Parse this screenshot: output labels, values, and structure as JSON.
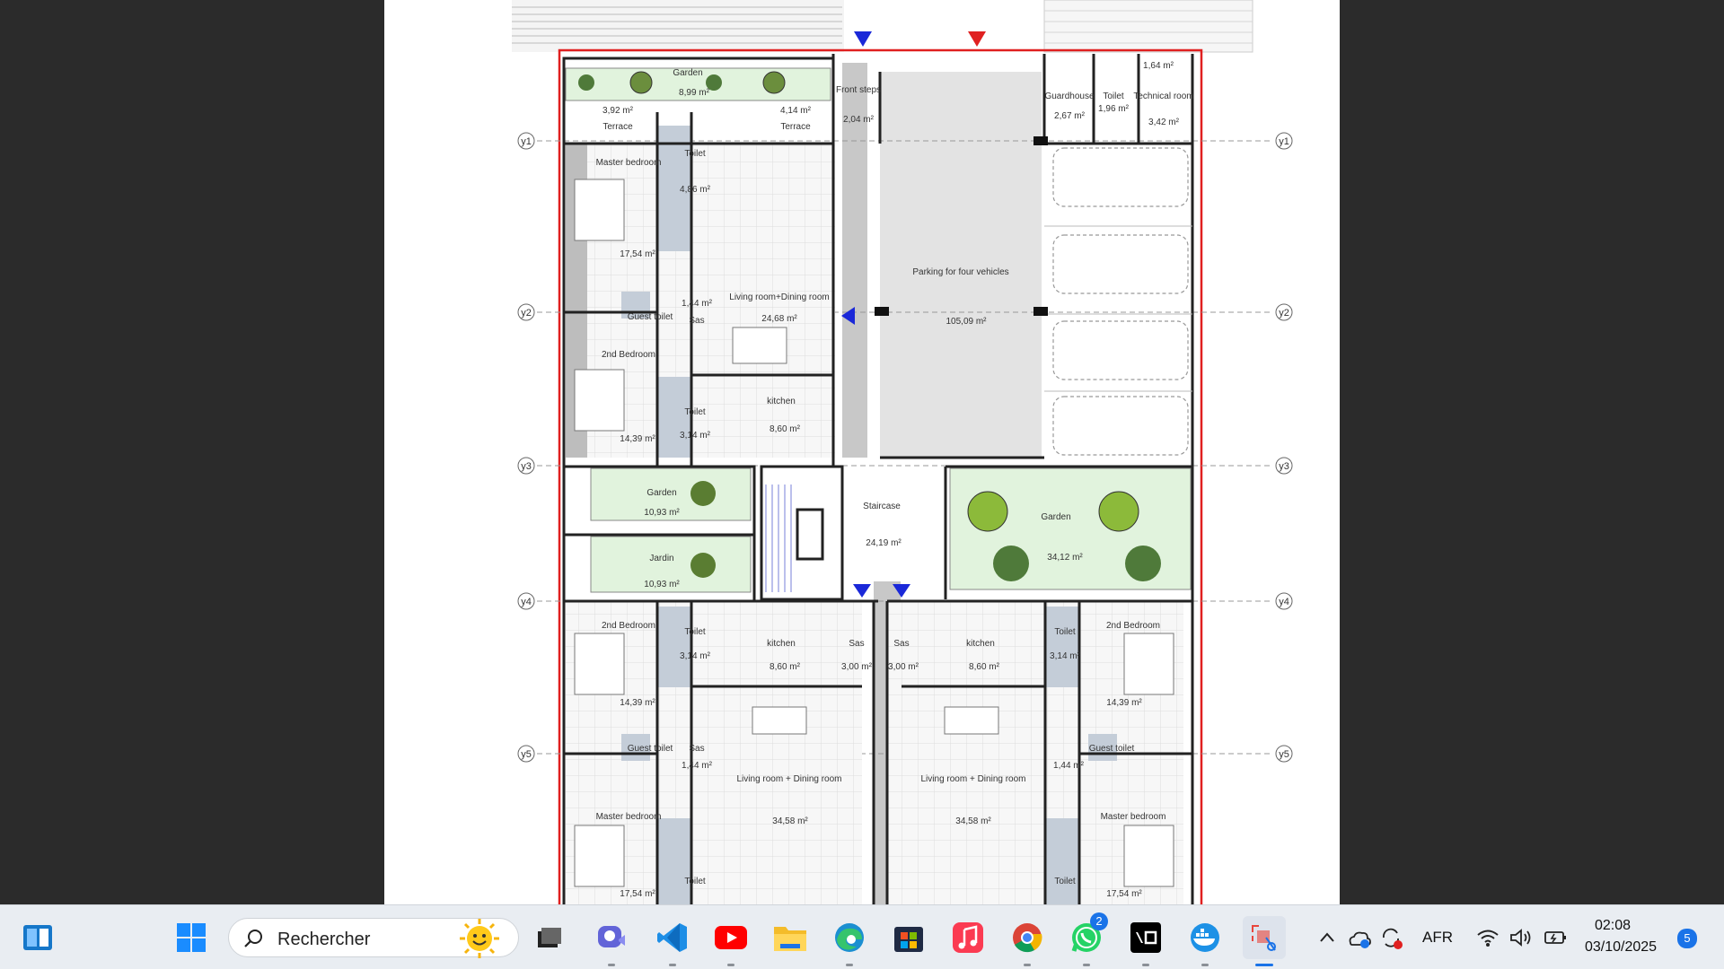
{
  "plan": {
    "axes_rows": [
      "y1",
      "y2",
      "y3",
      "y4",
      "y5"
    ],
    "rooms": {
      "garden_top": {
        "name": "Garden",
        "area": "8,99 m²"
      },
      "terrace_left": {
        "name": "Terrace",
        "area": "3,92 m²"
      },
      "terrace_right": {
        "name": "Terrace",
        "area": "4,14 m²"
      },
      "front_steps": {
        "name": "Front steps",
        "area": "2,04 m²"
      },
      "guardhouse": {
        "name": "Guardhouse",
        "area": "2,67 m²"
      },
      "toilet_guard": {
        "name": "Toilet",
        "area": "1,96 m²"
      },
      "technical_room": {
        "name": "Technical room",
        "area": "3,42 m²"
      },
      "small_area": {
        "area": "1,64 m²"
      },
      "master_bedroom_top": {
        "name": "Master bedroom",
        "area": "17,54 m²"
      },
      "toilet_top": {
        "name": "Toilet",
        "area": "4,86 m²"
      },
      "living_top": {
        "name": "Living room+Dining room",
        "area": "24,68 m²"
      },
      "guest_toilet_top": {
        "name": "Guest toilet",
        "area": "1,44 m²"
      },
      "sas_top": {
        "name": "Sas"
      },
      "parking": {
        "name": "Parking for four vehicles",
        "area": "105,09 m²"
      },
      "second_bedroom_top": {
        "name": "2nd Bedroom",
        "area": "14,39 m²"
      },
      "toilet_top2": {
        "name": "Toilet",
        "area": "3,14 m²"
      },
      "kitchen_top": {
        "name": "kitchen",
        "area": "8,60 m²"
      },
      "garden_left1": {
        "name": "Garden",
        "area": "10,93 m²"
      },
      "jardin_left2": {
        "name": "Jardin",
        "area": "10,93 m²"
      },
      "staircase": {
        "name": "Staircase",
        "area": "24,19 m²"
      },
      "garden_right": {
        "name": "Garden",
        "area": "34,12 m²"
      },
      "second_bedroom_bl": {
        "name": "2nd Bedroom",
        "area": "14,39 m²"
      },
      "toilet_bl": {
        "name": "Toilet",
        "area": "3,14 m²"
      },
      "kitchen_bl": {
        "name": "kitchen",
        "area": "8,60 m²"
      },
      "sas_bl": {
        "name": "Sas",
        "area": "3,00 m²"
      },
      "sas_br": {
        "name": "Sas",
        "area": "3,00 m²"
      },
      "kitchen_br": {
        "name": "kitchen",
        "area": "8,60 m²"
      },
      "toilet_br": {
        "name": "Toilet",
        "area": "3,14 m²"
      },
      "second_bedroom_br": {
        "name": "2nd Bedroom",
        "area": "14,39 m²"
      },
      "guest_toilet_bl": {
        "name": "Guest toilet",
        "area": "1,44 m²"
      },
      "sas_bl2": {
        "name": "Sas"
      },
      "guest_toilet_br": {
        "name": "Guest toilet",
        "area": "1,44 m²"
      },
      "living_bl": {
        "name": "Living room + Dining room",
        "area": "34,58 m²"
      },
      "living_br": {
        "name": "Living room + Dining room",
        "area": "34,58 m²"
      },
      "master_bl": {
        "name": "Master bedroom",
        "area": "17,54 m²"
      },
      "master_br": {
        "name": "Master bedroom",
        "area": "17,54 m²"
      },
      "toilet_bl2": {
        "name": "Toilet"
      },
      "toilet_br2": {
        "name": "Toilet"
      }
    }
  },
  "taskbar": {
    "search_placeholder": "Rechercher",
    "whatsapp_badge": "2",
    "language": "AFR",
    "time": "02:08",
    "date": "03/10/2025",
    "notification_count": "5",
    "apps": [
      "widgets",
      "start",
      "search",
      "weather",
      "task-view",
      "teams",
      "vscode",
      "youtube",
      "file-explorer",
      "edge",
      "microsoft-store",
      "itunes",
      "chrome",
      "whatsapp",
      "v0",
      "docker",
      "snipping-tool"
    ]
  }
}
